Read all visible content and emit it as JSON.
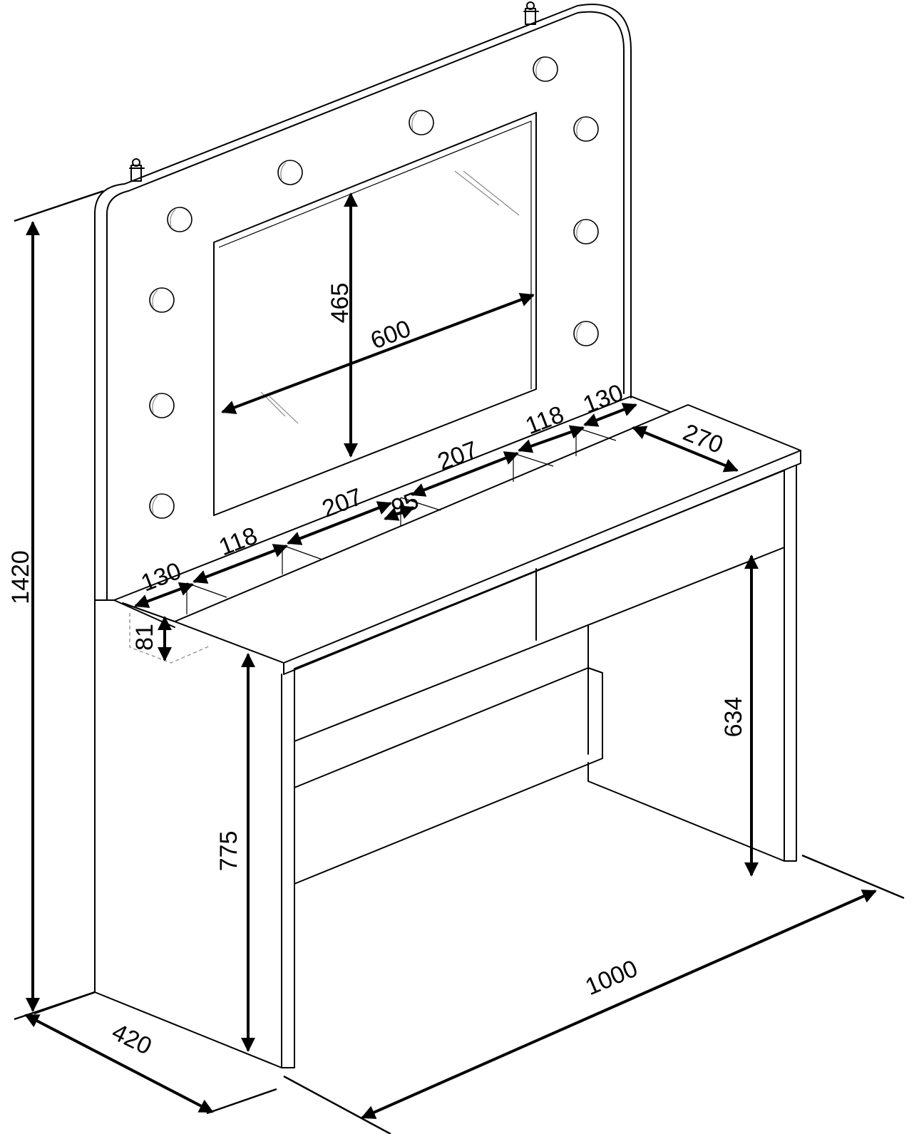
{
  "dimensions": {
    "total_height": "1420",
    "mirror_height": "465",
    "mirror_width": "600",
    "table_height": "775",
    "drawer_clearance": "634",
    "depth": "420",
    "width": "1000",
    "shelf_depth": "270",
    "compartment_depth": "81",
    "comp_left_outer": "130",
    "comp_left_inner": "118",
    "comp_left_main": "207",
    "comp_center": "95",
    "comp_right_main": "207",
    "comp_right_inner": "118",
    "comp_right_outer": "130"
  }
}
